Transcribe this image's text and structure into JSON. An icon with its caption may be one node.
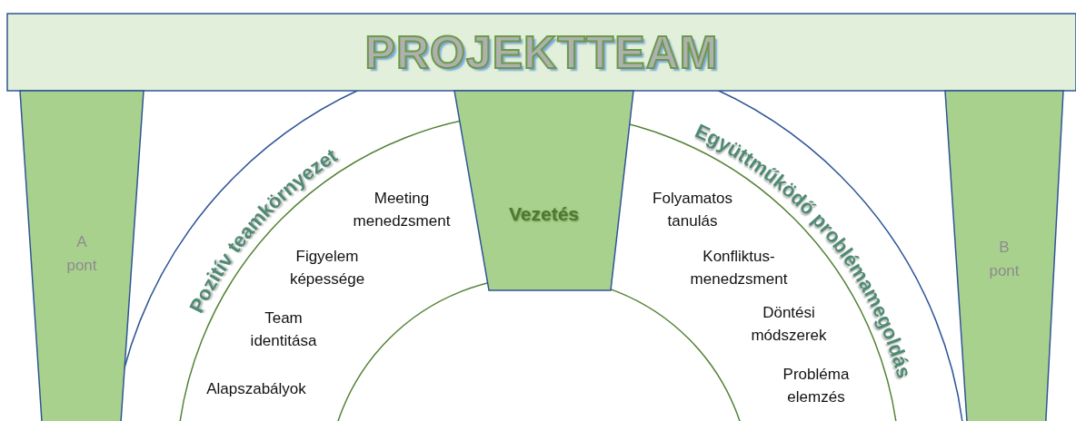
{
  "diagram": {
    "nodes": [
      {
        "text": [
          "PROJEKTTEAM"
        ]
      },
      {
        "text": [
          "A pont"
        ]
      },
      {
        "text": [
          "Vezetés"
        ]
      },
      {
        "text": [
          "B pont"
        ]
      }
    ],
    "labels": [
      "Pozitív teamkörnyezet",
      "Meeting menedzsment",
      "Figyelem képessége",
      "Team identitása",
      "Alapszabályok",
      "Együttműködő problémamegoldás",
      "Folyamatos tanulás",
      "Konfliktus- menedzsment",
      "Döntési módszerek",
      "Probléma elemzés"
    ]
  }
}
